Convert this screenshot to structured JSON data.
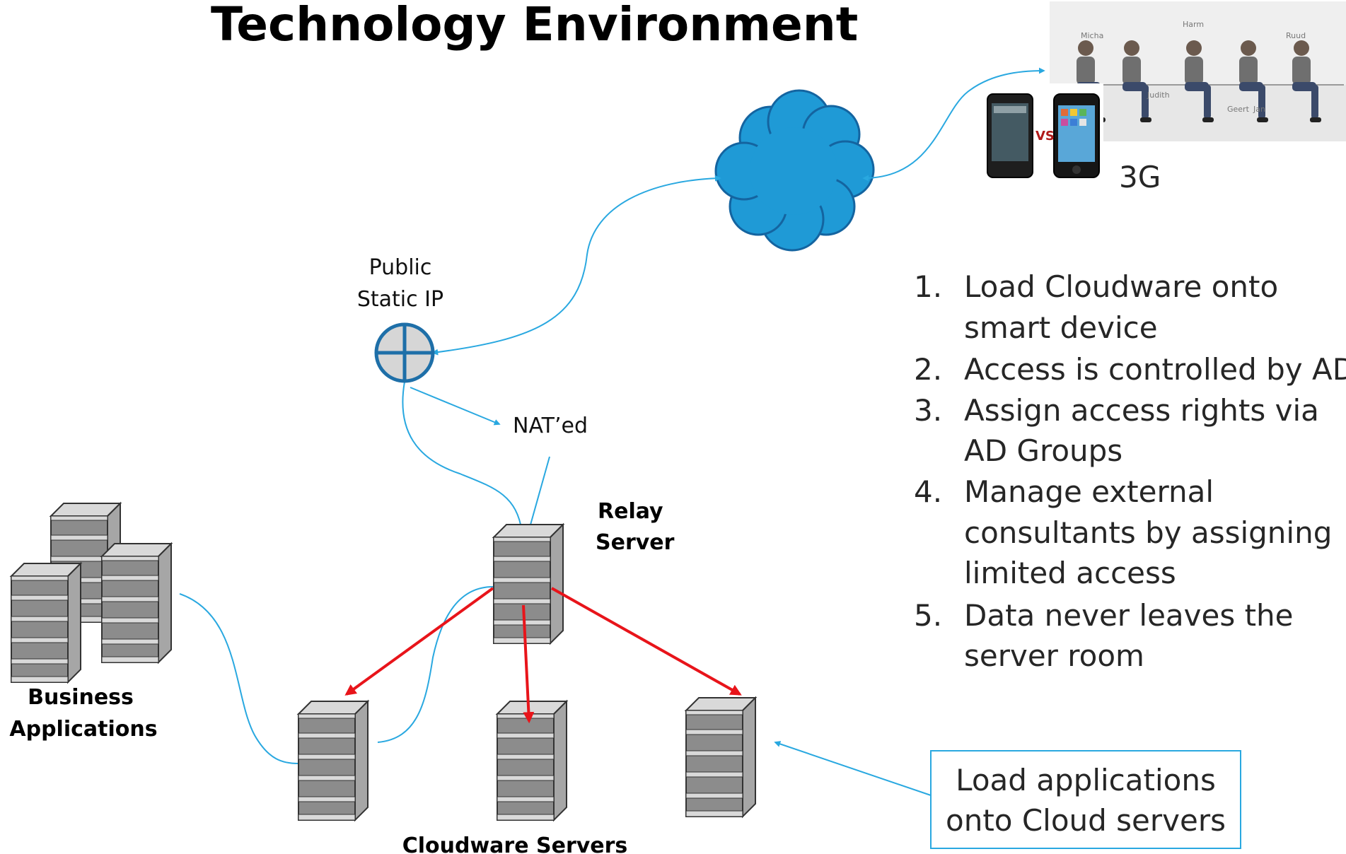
{
  "title": "Technology Environment",
  "labels": {
    "public_ip_line1": "Public",
    "public_ip_line2": "Static IP",
    "nated": "NAT’ed",
    "relay_line1": "Relay",
    "relay_line2": "Server",
    "business_line1": "Business",
    "business_line2": "Applications",
    "cloudware_servers": "Cloudware Servers",
    "three_g": "3G",
    "vs": "VS"
  },
  "photo_names": [
    "Micha",
    "Harm",
    "Ruud",
    "Judith",
    "Geert",
    "Jan"
  ],
  "steps": [
    {
      "num": "1.",
      "lines": [
        "Load Cloudware onto",
        "smart device"
      ]
    },
    {
      "num": "2.",
      "lines": [
        "Access is controlled by AD"
      ]
    },
    {
      "num": "3.",
      "lines": [
        "Assign access rights via",
        "AD Groups"
      ]
    },
    {
      "num": "4.",
      "lines": [
        "Manage external",
        "consultants by assigning",
        "limited access"
      ]
    },
    {
      "num": "5.",
      "lines": [
        "Data never leaves the",
        "server room"
      ]
    }
  ],
  "callout": {
    "line1": "Load applications",
    "line2": "onto Cloud servers"
  },
  "colors": {
    "connector_blue": "#29a8e0",
    "arrow_red": "#e8141a",
    "cloud_fill": "#1f9ad6",
    "server_gray": "#8c8c8c",
    "callout_border": "#29a8e0"
  }
}
